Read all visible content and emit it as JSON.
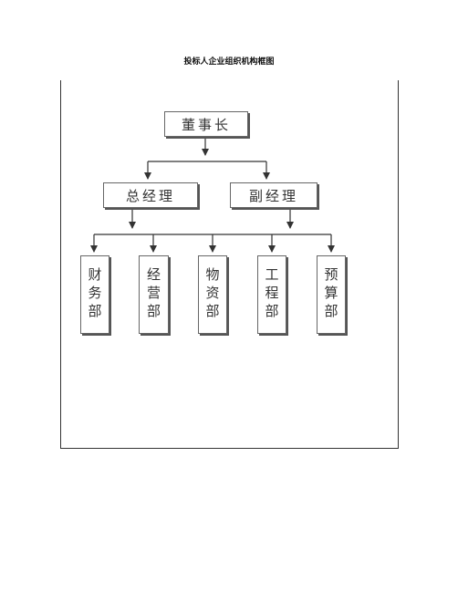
{
  "title": "投标人企业组织机构框图",
  "chairman": "董事长",
  "managers": {
    "general": "总经理",
    "deputy": "副经理"
  },
  "departments": [
    {
      "chars": [
        "财",
        "务",
        "部"
      ]
    },
    {
      "chars": [
        "经",
        "营",
        "部"
      ]
    },
    {
      "chars": [
        "物",
        "资",
        "部"
      ]
    },
    {
      "chars": [
        "工",
        "程",
        "部"
      ]
    },
    {
      "chars": [
        "预",
        "算",
        "部"
      ]
    }
  ],
  "colors": {
    "line": "#333333",
    "box_border": "#666666",
    "text": "#333333"
  }
}
